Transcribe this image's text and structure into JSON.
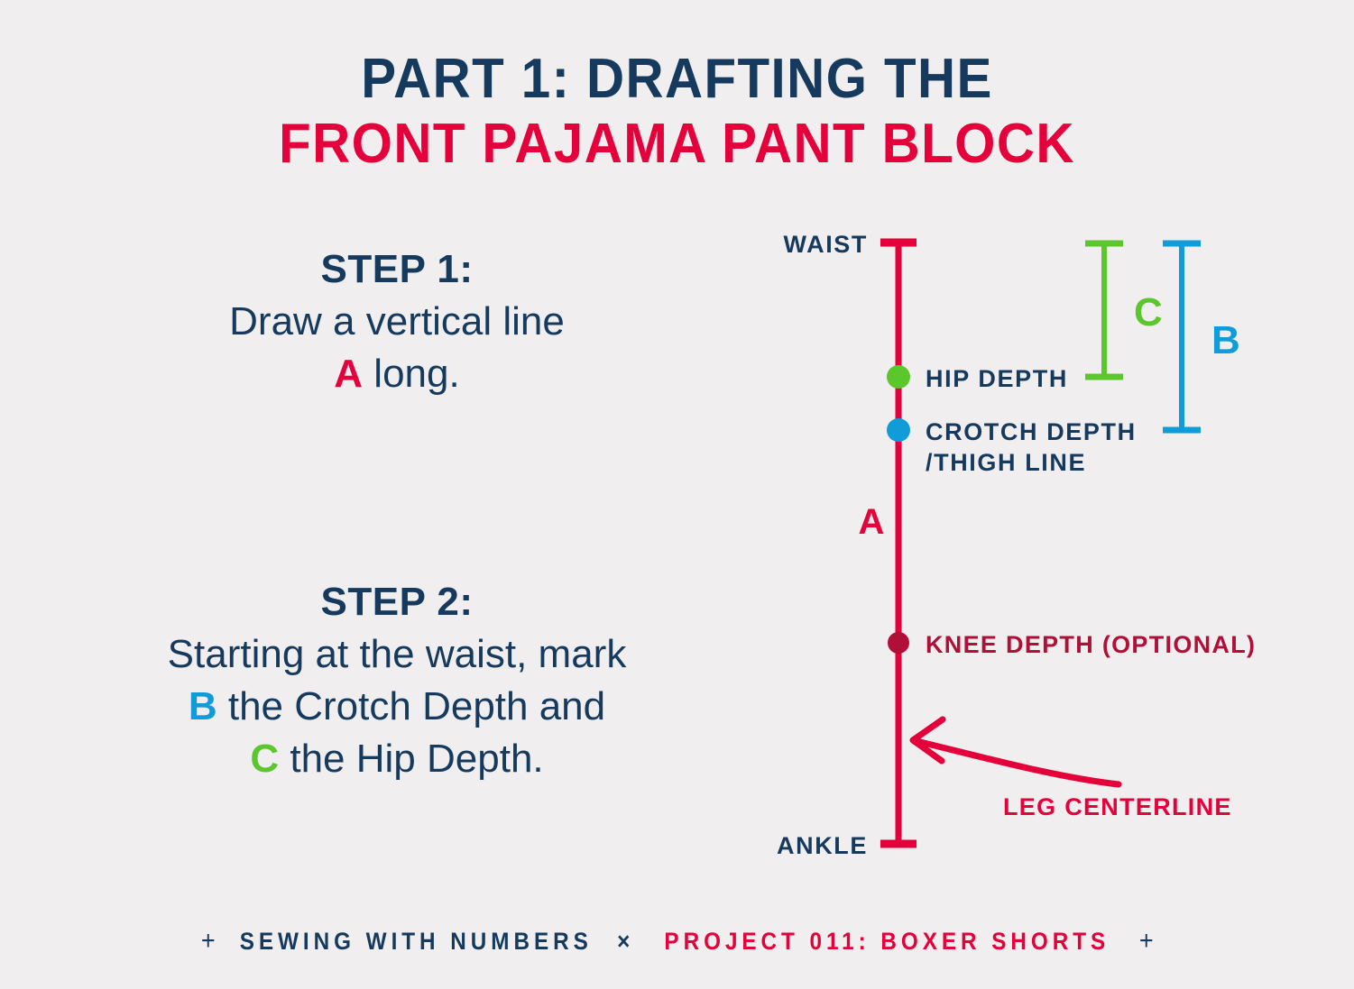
{
  "colors": {
    "background": "#F0EEEF",
    "navy": "#153A5E",
    "crimson": "#E4003A",
    "dark_crimson": "#B00F38",
    "cyan": "#109CD8",
    "green": "#5BC72C"
  },
  "title": {
    "line1": "PART 1: DRAFTING THE",
    "line2": "FRONT PAJAMA PANT BLOCK"
  },
  "steps": [
    {
      "heading": "STEP 1:",
      "line1_pre": "Draw a vertical line",
      "line2_label": "A",
      "line2_post": " long."
    },
    {
      "heading": "STEP 2:",
      "line1_pre": "Starting at the waist, mark",
      "line2_label": "B",
      "line2_post": " the Crotch Depth and",
      "line3_label": "C",
      "line3_post": " the Hip Depth."
    }
  ],
  "diagram": {
    "waist_label": "WAIST",
    "ankle_label": "ANKLE",
    "hip_depth_label": "HIP DEPTH",
    "crotch_depth_label_line1": "CROTCH DEPTH",
    "crotch_depth_label_line2": "/THIGH LINE",
    "knee_depth_label": "KNEE DEPTH (OPTIONAL)",
    "leg_centerline_label": "LEG CENTERLINE",
    "measure_a": "A",
    "measure_b": "B",
    "measure_c": "C"
  },
  "footer": {
    "plus_left": "+",
    "brand": "SEWING WITH NUMBERS",
    "separator": "×",
    "project": "PROJECT 011: BOXER SHORTS",
    "plus_right": "+"
  }
}
